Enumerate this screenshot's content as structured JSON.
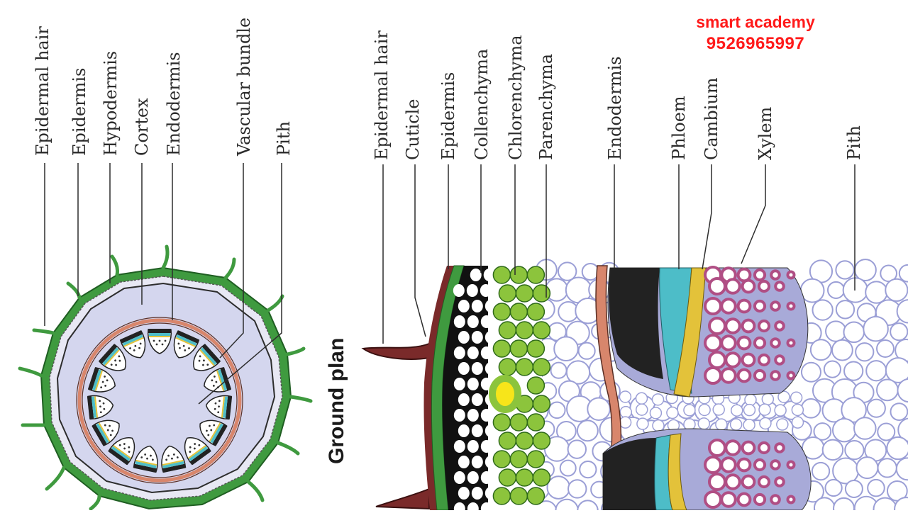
{
  "watermark": {
    "line1": "smart academy",
    "line2": "9526965997"
  },
  "ground_plan": {
    "title": "Ground plan",
    "labels": [
      "Epidermal hair",
      "Epidermis",
      "Hypodermis",
      "Cortex",
      "Endodermis",
      "Vascular bundle",
      "Pith"
    ]
  },
  "detail": {
    "labels": [
      "Epidermal hair",
      "Cuticle",
      "Epidermis",
      "Collenchyma",
      "Chlorenchyma",
      "Parenchyma",
      "Endodermis",
      "Phloem",
      "Cambium",
      "Xylem",
      "Pith"
    ]
  },
  "colors": {
    "epidermis_green": "#3f9a3f",
    "cortex_lavender": "#d4d6ee",
    "endodermis_pink": "#d8866c",
    "chlorenchyma_green": "#8cc43c",
    "phloem_cyan": "#4dbdc8",
    "cambium_yellow": "#e3c23a",
    "xylem_purple": "#b04e84",
    "pith_outline": "#9b9fd6",
    "watermark_red": "#ff1a1a"
  }
}
